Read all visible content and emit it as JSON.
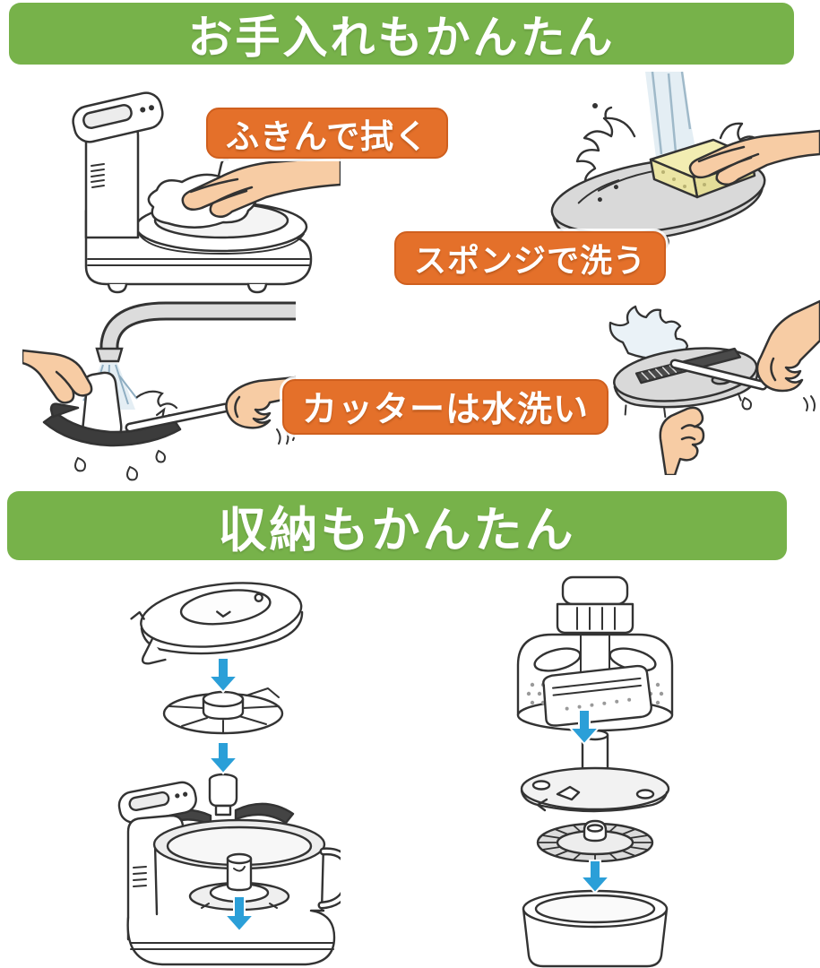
{
  "sections": {
    "care": {
      "banner": "お手入れもかんたん",
      "labels": {
        "wipe": "ふきんで拭く",
        "sponge": "スポンジで洗う",
        "cutter": "カッターは水洗い"
      },
      "illustrations": [
        "wipe-body-with-cloth",
        "wash-lid-with-sponge-under-water",
        "rinse-cutter-under-faucet",
        "brush-slicing-disc-with-water"
      ]
    },
    "storage": {
      "banner": "収納もかんたん",
      "illustrations": [
        "stack-lid-disc-and-blade-into-bowl",
        "stack-disc-and-grater-into-container-cup"
      ]
    }
  },
  "icons": {
    "down-arrow": "thick blue downward arrow between stacked parts"
  },
  "colors": {
    "banner_green": "#77B24A",
    "label_orange": "#E4702A",
    "label_border_orange": "#CF5F1E",
    "arrow_blue": "#2B9FD8",
    "skin": "#F7CCA4",
    "sponge_yellow": "#F2EDB2",
    "water_blue": "#E4EEF4",
    "outline": "#333333",
    "part_gray": "#D9D9D9",
    "text_white": "#FFFFFF"
  }
}
